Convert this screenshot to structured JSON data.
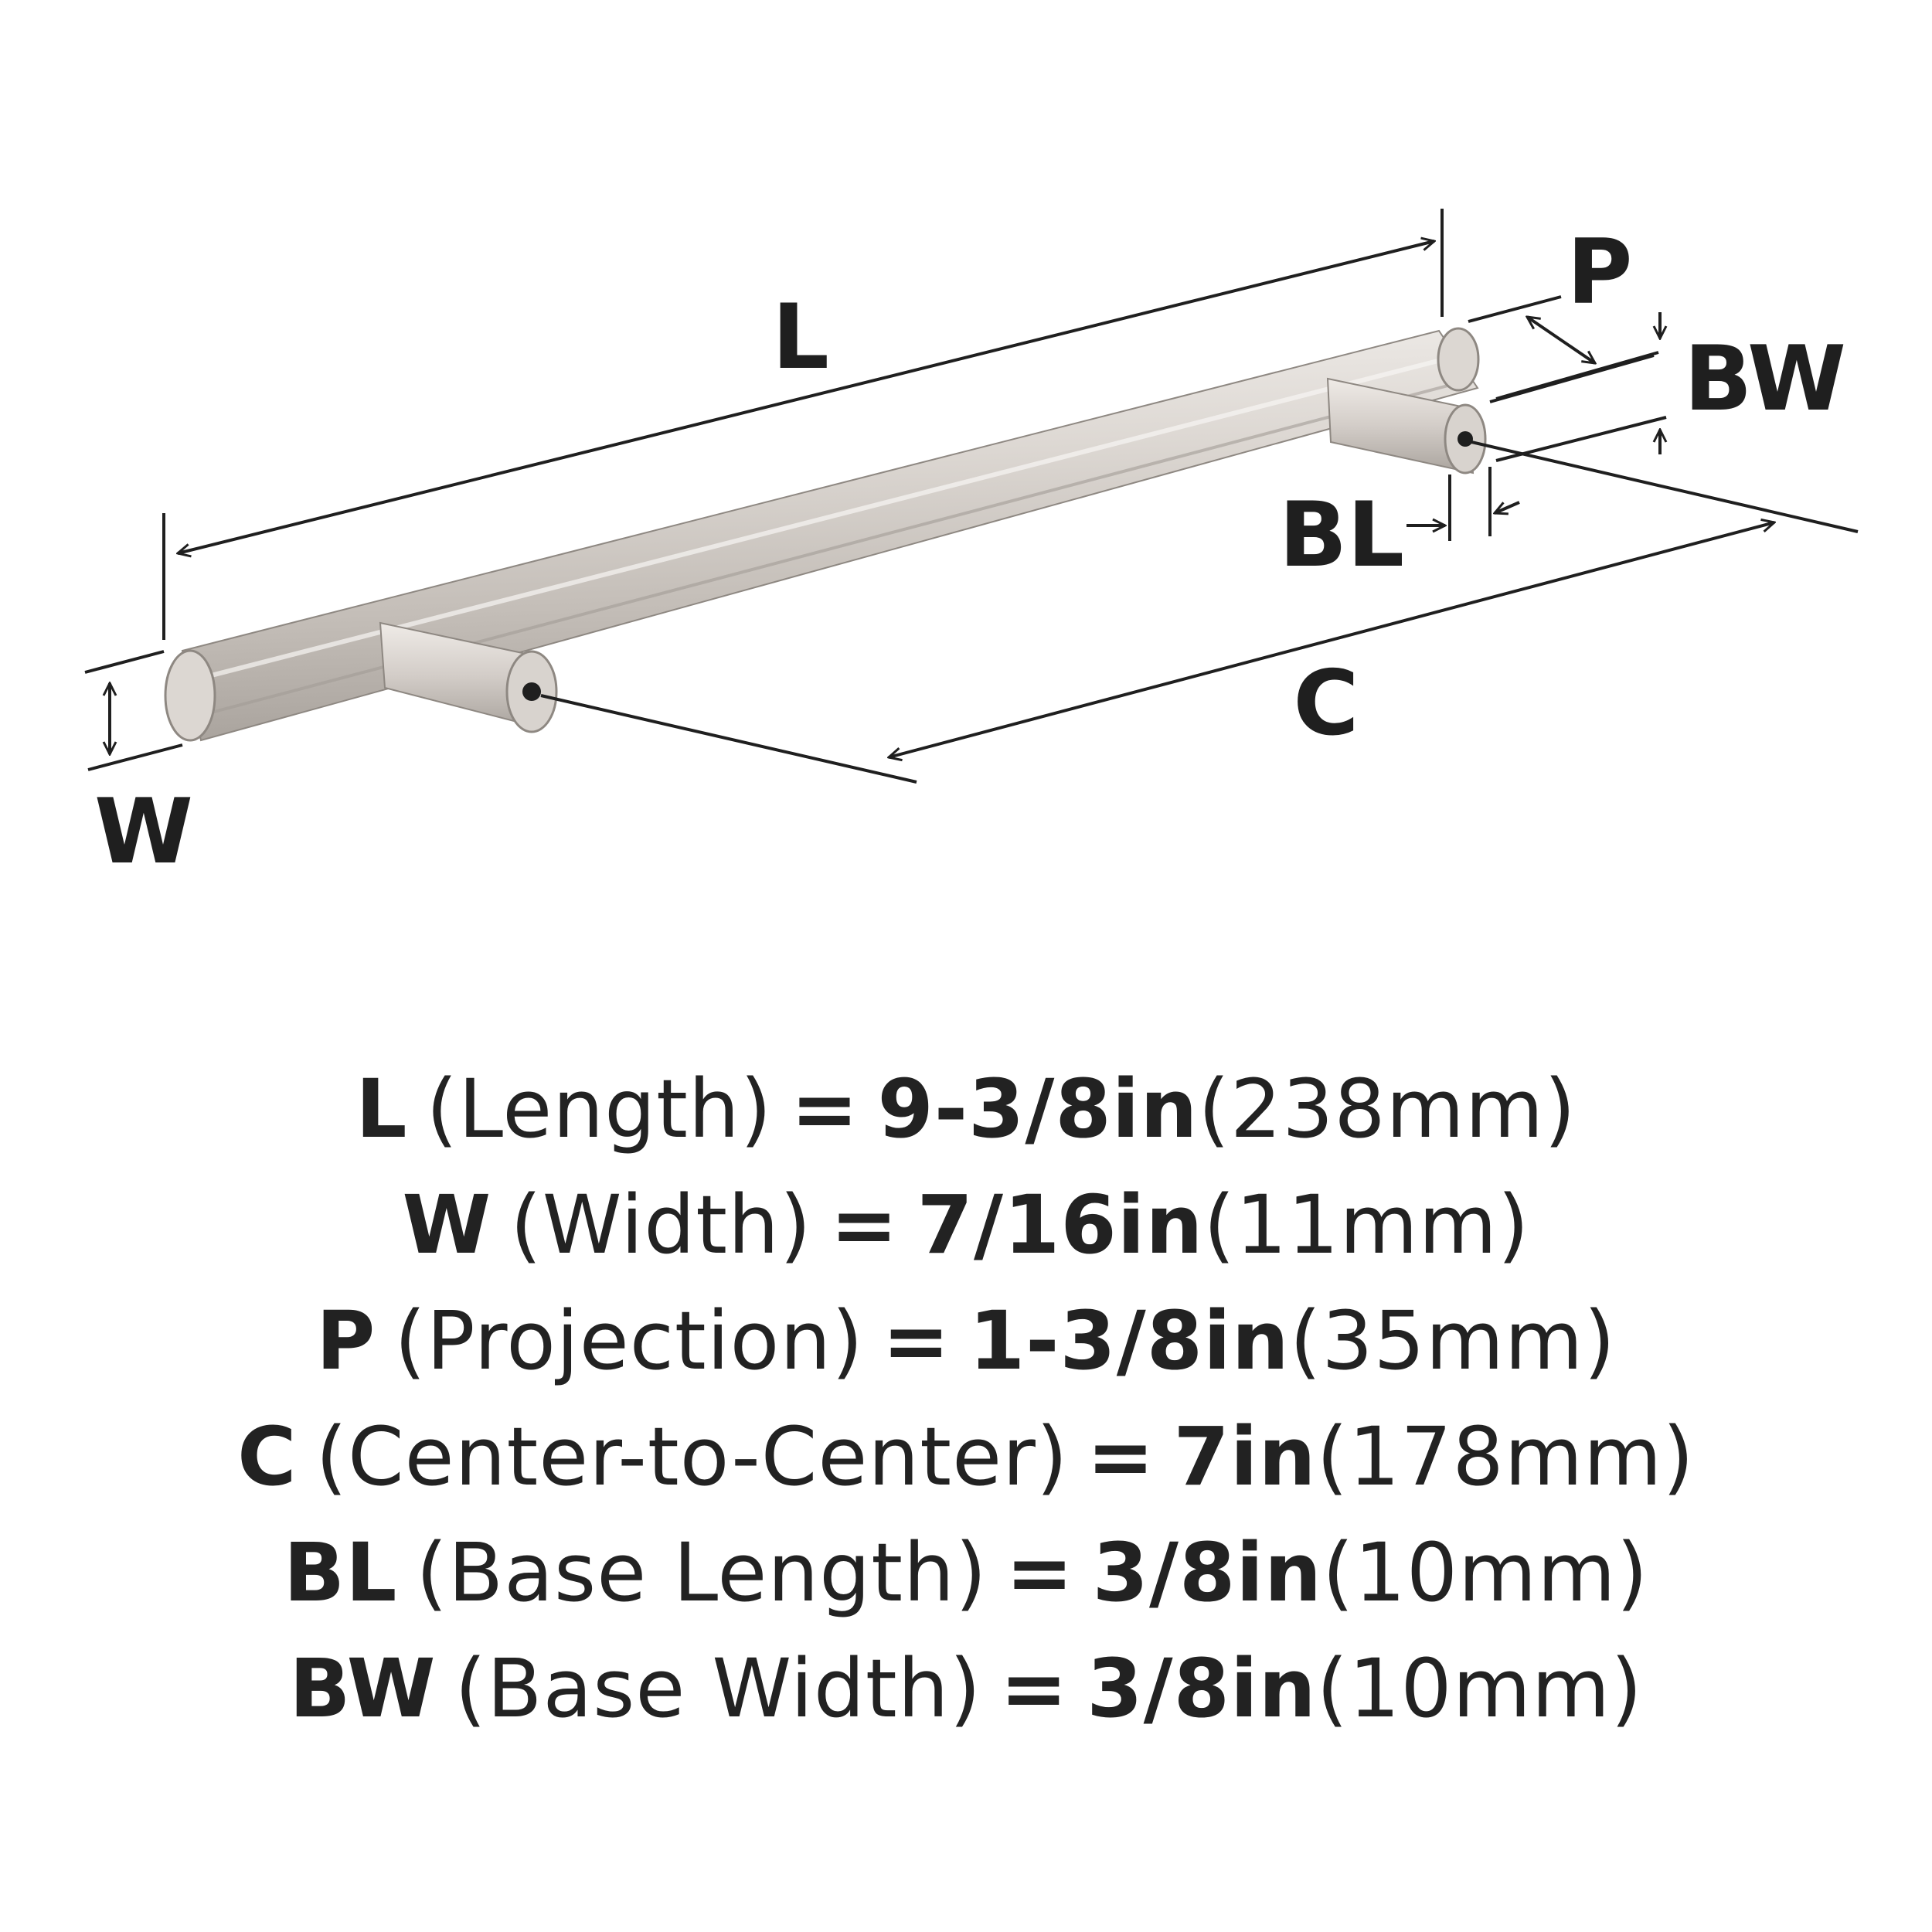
{
  "diagram": {
    "labels": {
      "length": "L",
      "projection": "P",
      "base_width": "BW",
      "base_length": "BL",
      "center_to_center": "C",
      "width": "W"
    }
  },
  "specs": [
    {
      "abbr": "L",
      "name": "(Length)",
      "eq": "=",
      "imperial": "9-3/8in",
      "metric": "(238mm)"
    },
    {
      "abbr": "W",
      "name": "(Width)",
      "eq": "=",
      "imperial": "7/16in",
      "metric": "(11mm)"
    },
    {
      "abbr": "P",
      "name": "(Projection)",
      "eq": "=",
      "imperial": "1-3/8in",
      "metric": "(35mm)"
    },
    {
      "abbr": "C",
      "name": "(Center-to-Center)",
      "eq": "=",
      "imperial": "7in",
      "metric": "(178mm)"
    },
    {
      "abbr": "BL",
      "name": "(Base Length)",
      "eq": "=",
      "imperial": "3/8in",
      "metric": "(10mm)"
    },
    {
      "abbr": "BW",
      "name": "(Base Width)",
      "eq": "=",
      "imperial": "3/8in",
      "metric": "(10mm)"
    }
  ],
  "colors": {
    "metal_light": "#e4e0dc",
    "metal_mid": "#cfc9c4",
    "metal_dark": "#9c9690",
    "line": "#1f1f1f"
  }
}
